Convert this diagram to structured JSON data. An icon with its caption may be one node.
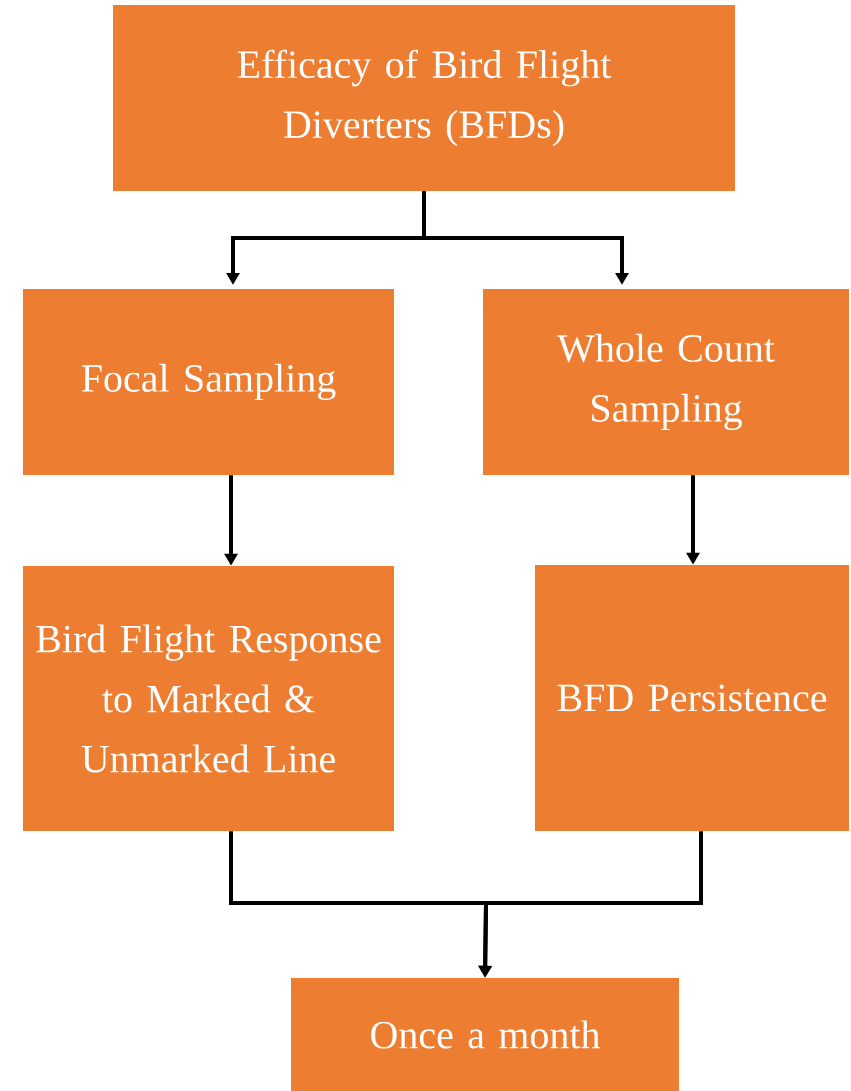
{
  "diagram": {
    "nodes": [
      {
        "text": [
          "Efficacy of Bird Flight Diverters (BFDs)"
        ]
      },
      {
        "text": [
          "Focal Sampling"
        ]
      },
      {
        "text": [
          "Whole Count Sampling"
        ]
      },
      {
        "text": [
          "Bird Flight Response to Marked & Unmarked Line"
        ]
      },
      {
        "text": [
          "BFD Persistence"
        ]
      },
      {
        "text": [
          "Once a month"
        ]
      }
    ],
    "edges": [
      {
        "from": 0,
        "to": 1,
        "arrow": "to"
      },
      {
        "from": 0,
        "to": 2,
        "arrow": "to"
      },
      {
        "from": 1,
        "to": 3,
        "arrow": "to"
      },
      {
        "from": 2,
        "to": 4,
        "arrow": "to"
      },
      {
        "from": 3,
        "to": 5,
        "arrow": "to"
      },
      {
        "from": 4,
        "to": 5,
        "arrow": "to"
      }
    ]
  }
}
